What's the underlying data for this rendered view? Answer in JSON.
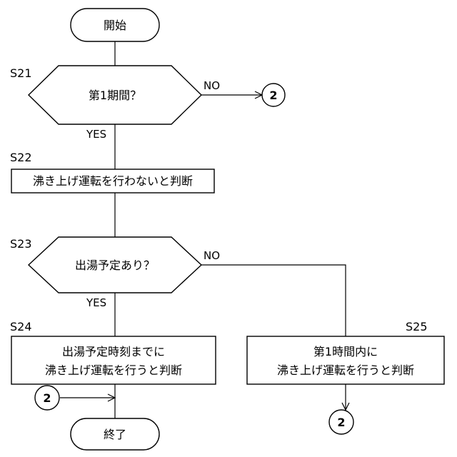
{
  "nodes": {
    "start": {
      "text": "開始"
    },
    "s21": {
      "step": "S21",
      "text": "第1期間？"
    },
    "s22": {
      "step": "S22",
      "text": "沸き上げ運転を行わないと判断"
    },
    "s23": {
      "step": "S23",
      "text": "出湯予定あり？"
    },
    "s24": {
      "step": "S24",
      "line1": "出湯予定時刻までに",
      "line2": "沸き上げ運転を行うと判断"
    },
    "s25": {
      "step": "S25",
      "line1": "第1時間内に",
      "line2": "沸き上げ運転を行うと判断"
    },
    "end": {
      "text": "終了"
    }
  },
  "branches": {
    "s21_no": "NO",
    "s21_yes": "YES",
    "s23_no": "NO",
    "s23_yes": "YES"
  },
  "connectors": {
    "s21_no_target": "2",
    "s24_entry": "2",
    "s25_exit": "2"
  }
}
